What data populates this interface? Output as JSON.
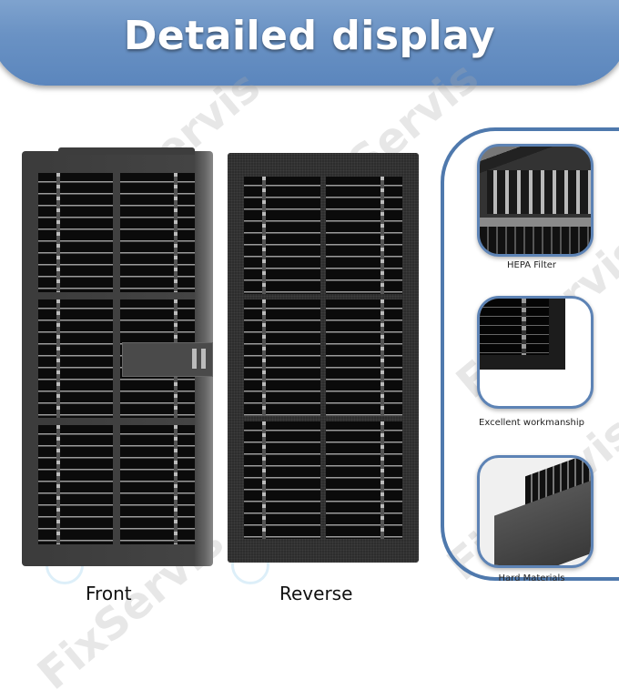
{
  "header": {
    "title": "Detailed display"
  },
  "watermark": {
    "text": "FixServis"
  },
  "main_views": [
    {
      "label": "Front"
    },
    {
      "label": "Reverse"
    }
  ],
  "detail_panel": {
    "items": [
      {
        "label": "HEPA Filter"
      },
      {
        "label": "Excellent workmanship"
      },
      {
        "label": "Hard Materials"
      }
    ]
  },
  "colors": {
    "banner": "#6a92c4",
    "panel_border": "#4f79ad",
    "filter_dark": "#3a3a3a"
  }
}
